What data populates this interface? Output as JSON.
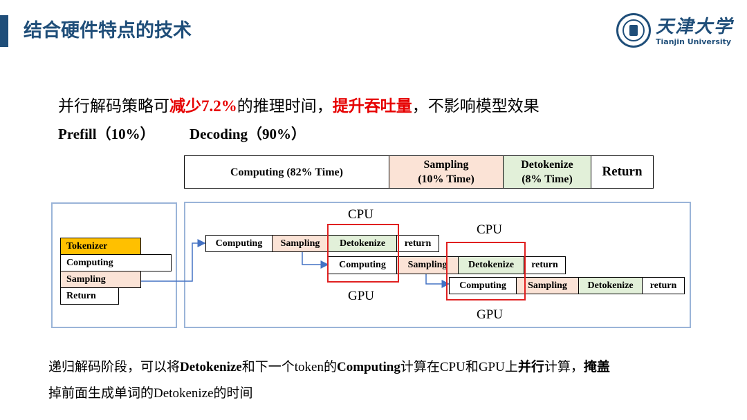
{
  "header": {
    "title": "结合硬件特点的技术",
    "logo_cn": "天津大学",
    "logo_en": "Tianjin University"
  },
  "headline": {
    "part1": "并行解码策略可",
    "red1": "减少",
    "red1_num": "7.2%",
    "part2": "的推理时间，",
    "red2": "提升吞吐量",
    "part3": "，不影响模型效果"
  },
  "phases": {
    "prefill": "Prefill（10%）",
    "decoding": "Decoding（90%）"
  },
  "breakdown": {
    "computing": "Computing (82% Time)",
    "sampling_1": "Sampling",
    "sampling_2": "(10% Time)",
    "detok_1": "Detokenize",
    "detok_2": "(8% Time)",
    "return": "Return"
  },
  "prefill_stack": [
    "Tokenizer",
    "Computing",
    "Sampling",
    "Return"
  ],
  "pipeline": {
    "row1": [
      "Computing",
      "Sampling",
      "Detokenize",
      "return"
    ],
    "row2": [
      "Computing",
      "Sampling",
      "Detokenize",
      "return"
    ],
    "row3": [
      "Computing",
      "Sampling",
      "Detokenize",
      "return"
    ],
    "cpu_label": "CPU",
    "gpu_label": "GPU"
  },
  "bottom": {
    "a": "递归解码阶段，可以将",
    "b": "Detokenize",
    "c": "和下一个",
    "d": "token",
    "e": "的",
    "f": "Computing",
    "g": "计算在",
    "h": "CPU",
    "i": "和",
    "j": "GPU",
    "k": "上",
    "l": "并行",
    "m": "计算，",
    "n": "掩盖",
    "line2a": "掉前面生成单词的",
    "line2b": "Detokenize",
    "line2c": "的时间"
  },
  "colors": {
    "header_blue": "#1f4e79",
    "accent_red": "#e60000",
    "panel_border": "#9ab4d8",
    "sampling_fill": "#fbe3d6",
    "detokenize_fill": "#e2f0d9",
    "tokenizer_fill": "#ffc000",
    "arrow": "#4472c4"
  }
}
